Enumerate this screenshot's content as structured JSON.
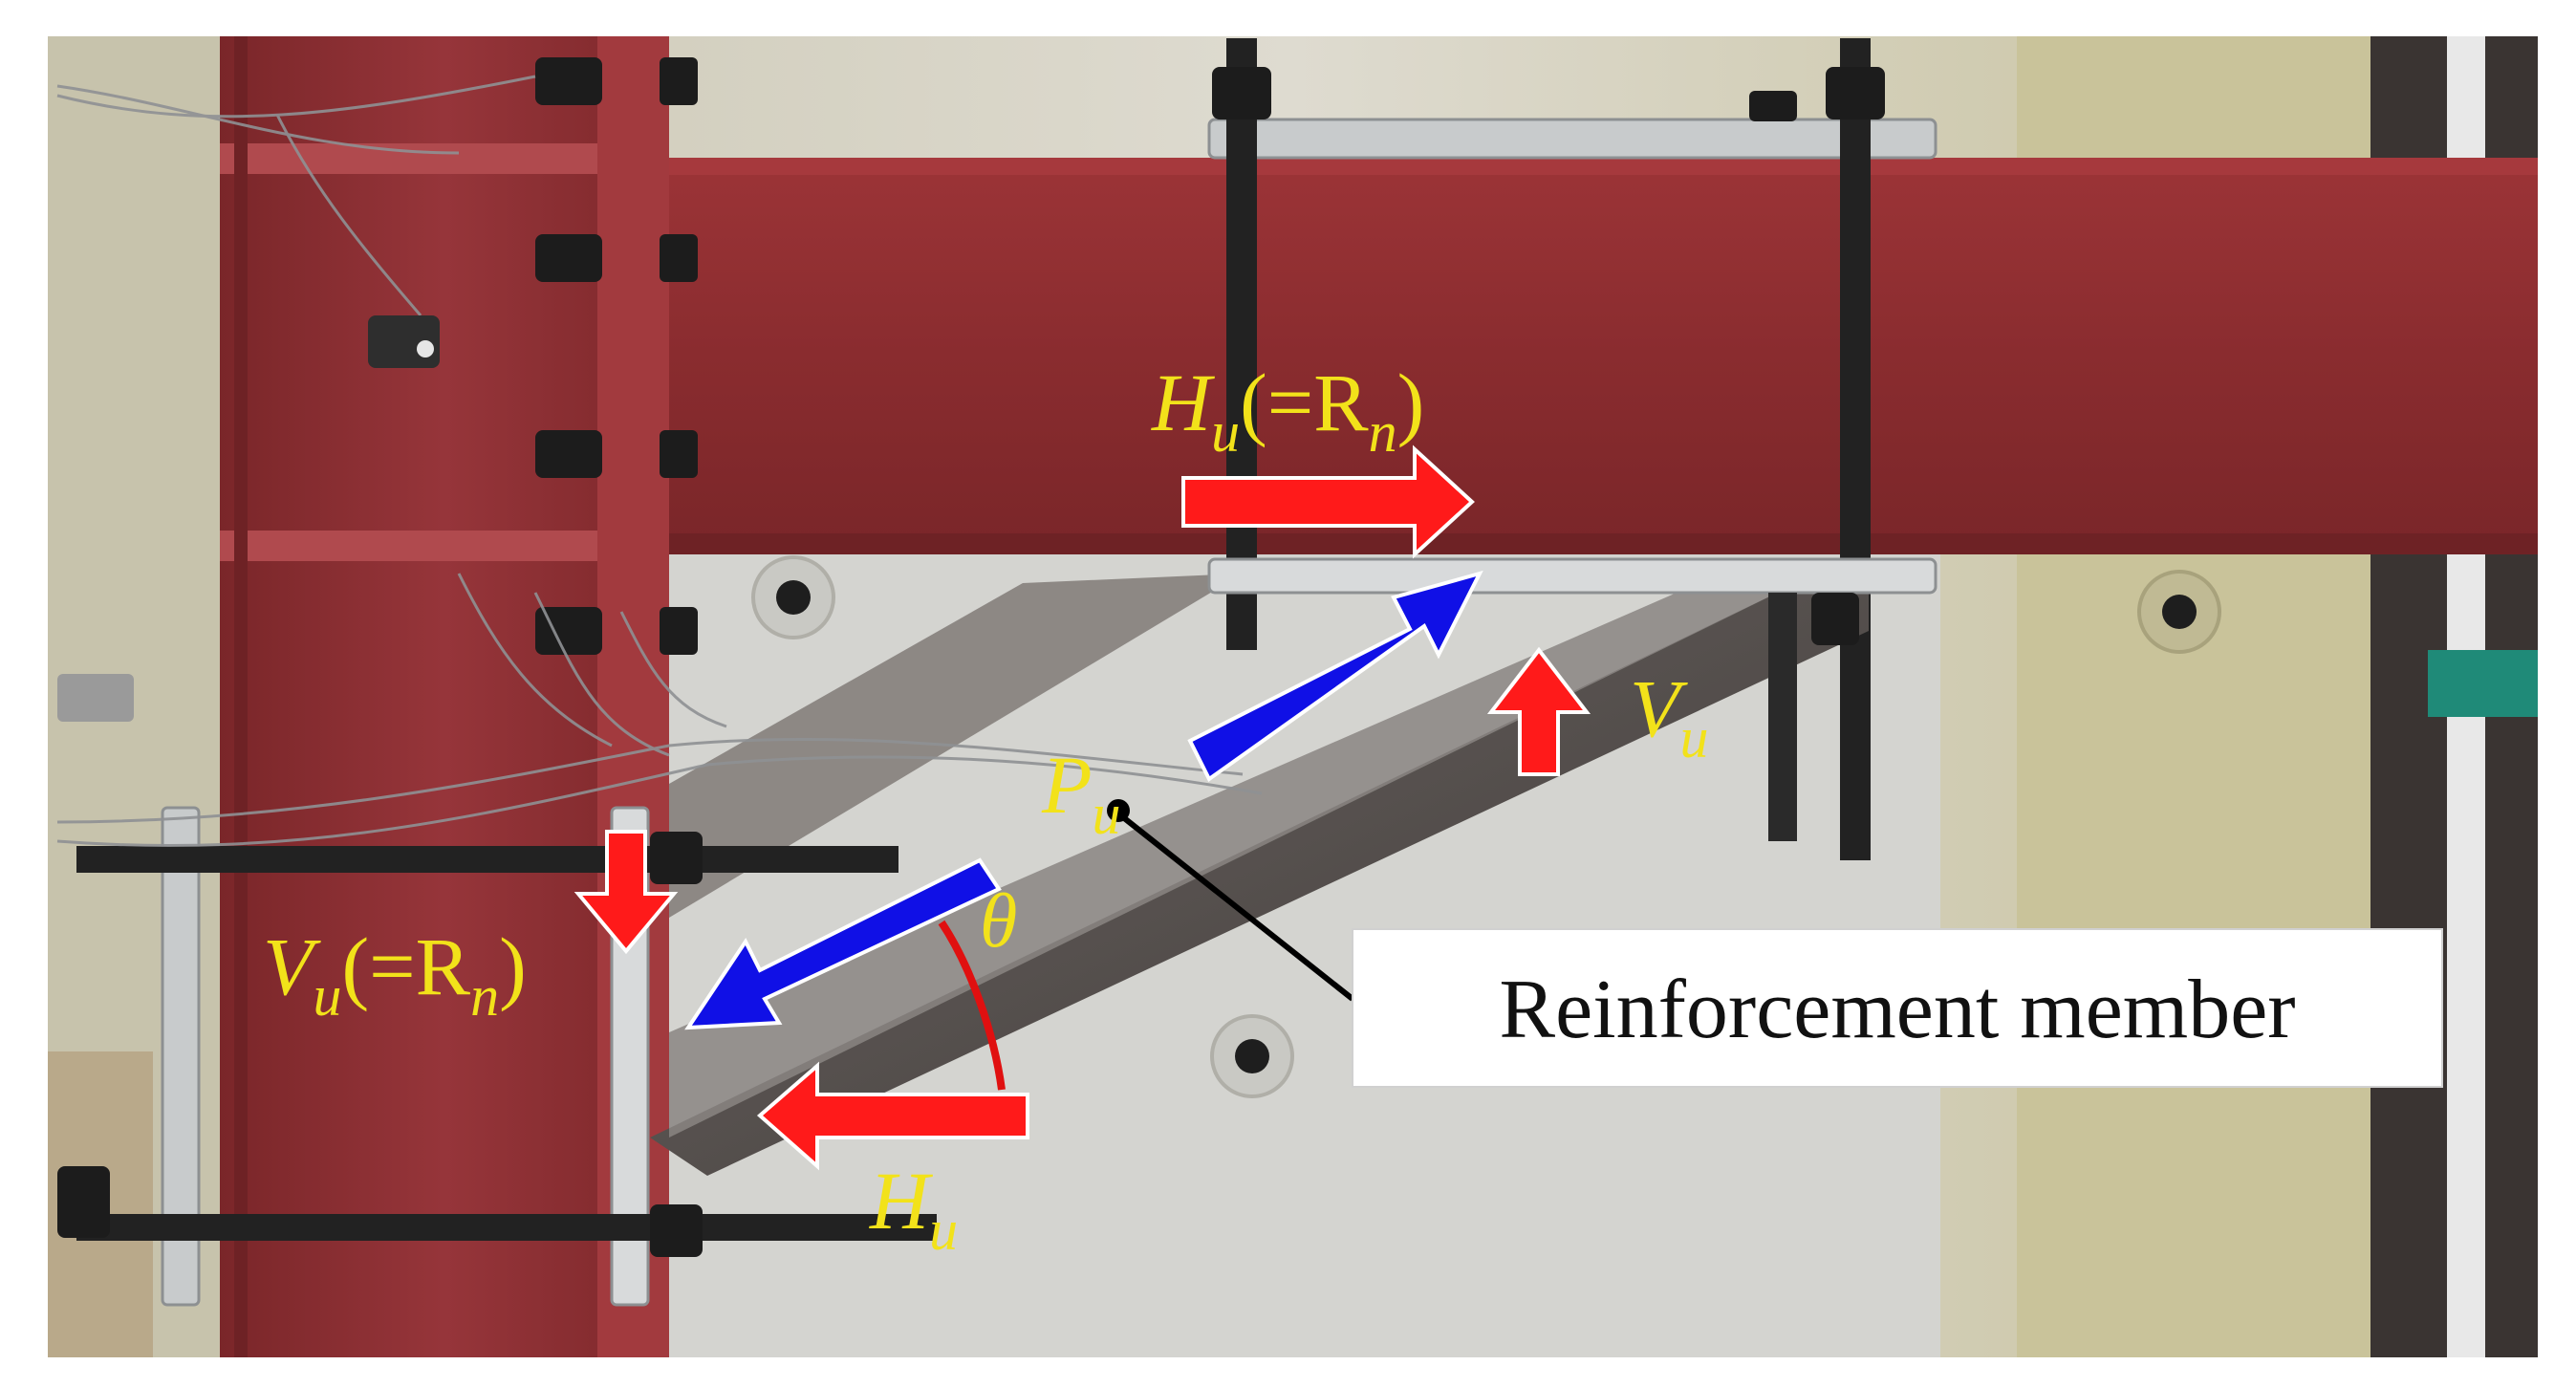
{
  "labels": {
    "hu_top_main": "H",
    "hu_top_sub": "u",
    "hu_top_eq": "(=R",
    "hu_top_eq_sub": "n",
    "hu_top_close": ")",
    "vu_right_main": "V",
    "vu_right_sub": "u",
    "pu_main": "P",
    "pu_sub": "u",
    "theta": "θ",
    "vu_left_main": "V",
    "vu_left_sub": "u",
    "vu_left_eq": "(=R",
    "vu_left_eq_sub": "n",
    "vu_left_close": ")",
    "hu_bottom_main": "H",
    "hu_bottom_sub": "u"
  },
  "callout": {
    "text": "Reinforcement member"
  },
  "colors": {
    "steel_red": "#8e2f31",
    "force_red": "#ff1a1a",
    "force_blue": "#1010e6",
    "label_yellow": "#f2e21a",
    "angle_red": "#e01010",
    "background_wall": "#d9d6c4"
  },
  "icons": {
    "force_arrows": "block-arrow",
    "load_point": "dot-marker",
    "angle": "arc-marker"
  }
}
